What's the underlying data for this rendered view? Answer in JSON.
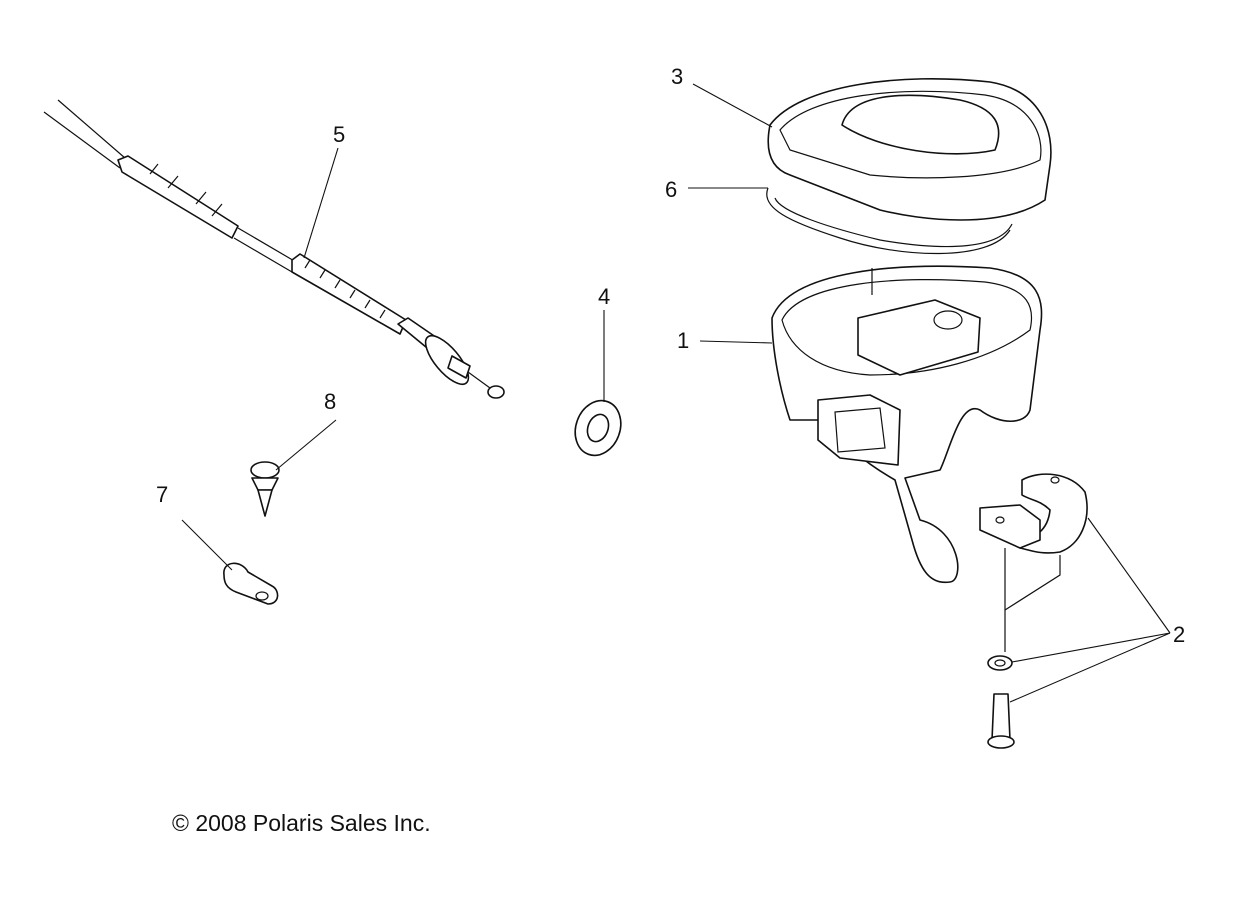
{
  "callouts": {
    "c1": "1",
    "c2": "2",
    "c3": "3",
    "c4": "4",
    "c5": "5",
    "c6": "6",
    "c7": "7",
    "c8": "8"
  },
  "copyright": "© 2008 Polaris Sales Inc."
}
